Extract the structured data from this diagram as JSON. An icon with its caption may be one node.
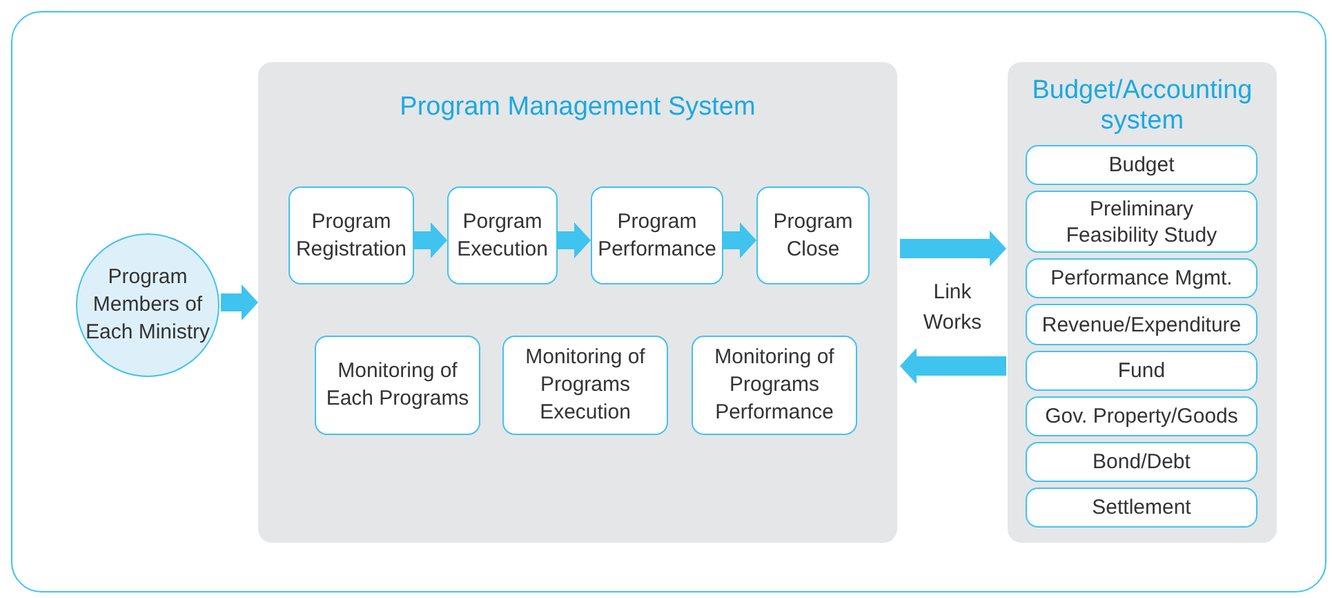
{
  "diagram": {
    "nodes": [
      {
        "text": [
          "Program Members of Each Ministry"
        ]
      },
      {
        "text": [
          "Program Management System"
        ]
      },
      {
        "text": [
          "Program Registration"
        ],
        "in": 1
      },
      {
        "text": [
          "Porgram Execution"
        ],
        "in": 1
      },
      {
        "text": [
          "Program Performance"
        ],
        "in": 1
      },
      {
        "text": [
          "Program Close"
        ],
        "in": 1
      },
      {
        "text": [
          "Monitoring of Each Programs"
        ],
        "in": 1
      },
      {
        "text": [
          "Monitoring of Programs Execution"
        ],
        "in": 1
      },
      {
        "text": [
          "Monitoring of Programs Performance"
        ],
        "in": 1
      },
      {
        "text": [
          "Budget/Accounting system"
        ]
      },
      {
        "text": [
          "Budget"
        ],
        "in": 9
      },
      {
        "text": [
          "Preliminary Feasibility Study"
        ],
        "in": 9
      },
      {
        "text": [
          "Performance Mgmt."
        ],
        "in": 9
      },
      {
        "text": [
          "Revenue/Expenditure"
        ],
        "in": 9
      },
      {
        "text": [
          "Fund"
        ],
        "in": 9
      },
      {
        "text": [
          "Gov. Property/Goods"
        ],
        "in": 9
      },
      {
        "text": [
          "Bond/Debt"
        ],
        "in": 9
      },
      {
        "text": [
          "Settlement"
        ],
        "in": 9
      }
    ],
    "edges": [
      {
        "from": 0,
        "to": 1,
        "arrow": "to"
      },
      {
        "from": 2,
        "to": 3,
        "arrow": "to"
      },
      {
        "from": 3,
        "to": 4,
        "arrow": "to"
      },
      {
        "from": 4,
        "to": 5,
        "arrow": "to"
      },
      {
        "from": 1,
        "to": 9,
        "arrow": "to"
      },
      {
        "from": 9,
        "to": 1,
        "arrow": "to"
      }
    ],
    "labels": [
      "Link Works"
    ]
  }
}
